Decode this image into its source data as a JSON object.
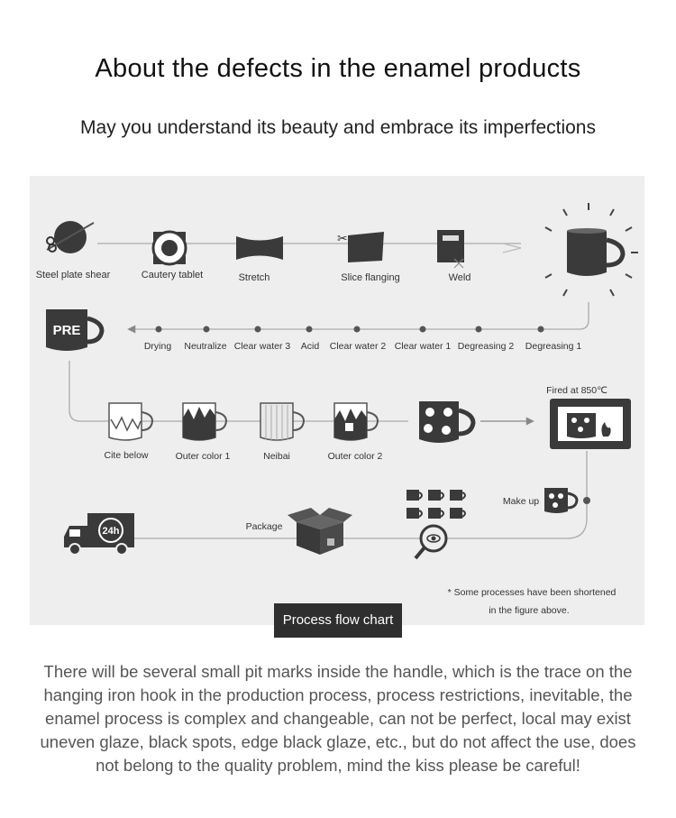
{
  "title": "About the defects in the enamel products",
  "subtitle": "May you understand its beauty and embrace its imperfections",
  "row1": [
    "Steel plate shear",
    "Cautery tablet",
    "Stretch",
    "Slice flanging",
    "Weld"
  ],
  "row2": [
    "Drying",
    "Neutralize",
    "Clear water 3",
    "Acid",
    "Clear water 2",
    "Clear water 1",
    "Degreasing 2",
    "Degreasing 1"
  ],
  "pre_badge": "PRE",
  "row3": [
    "Cite below",
    "Outer color 1",
    "Neibai",
    "Outer color 2"
  ],
  "fired_label": "Fired at 850℃",
  "make_up_label": "Make up",
  "package_label": "Package",
  "delivery_badge": "24h",
  "note_line1": "* Some processes have been shortened",
  "note_line2": "in the figure above.",
  "chart_badge": "Process flow chart",
  "description": "There will be several small pit marks inside the handle, which is the trace on the hanging iron hook in the production process, process restrictions, inevitable, the enamel process is complex and changeable, can not be perfect, local may exist uneven glaze, black spots, edge black glaze, etc., but do not affect the use, does not belong to the quality problem, mind the kiss please be careful!",
  "colors": {
    "panel": "#eeeeee",
    "dark": "#3a3a3a",
    "line": "#999999",
    "badge": "#2f2f2f"
  }
}
